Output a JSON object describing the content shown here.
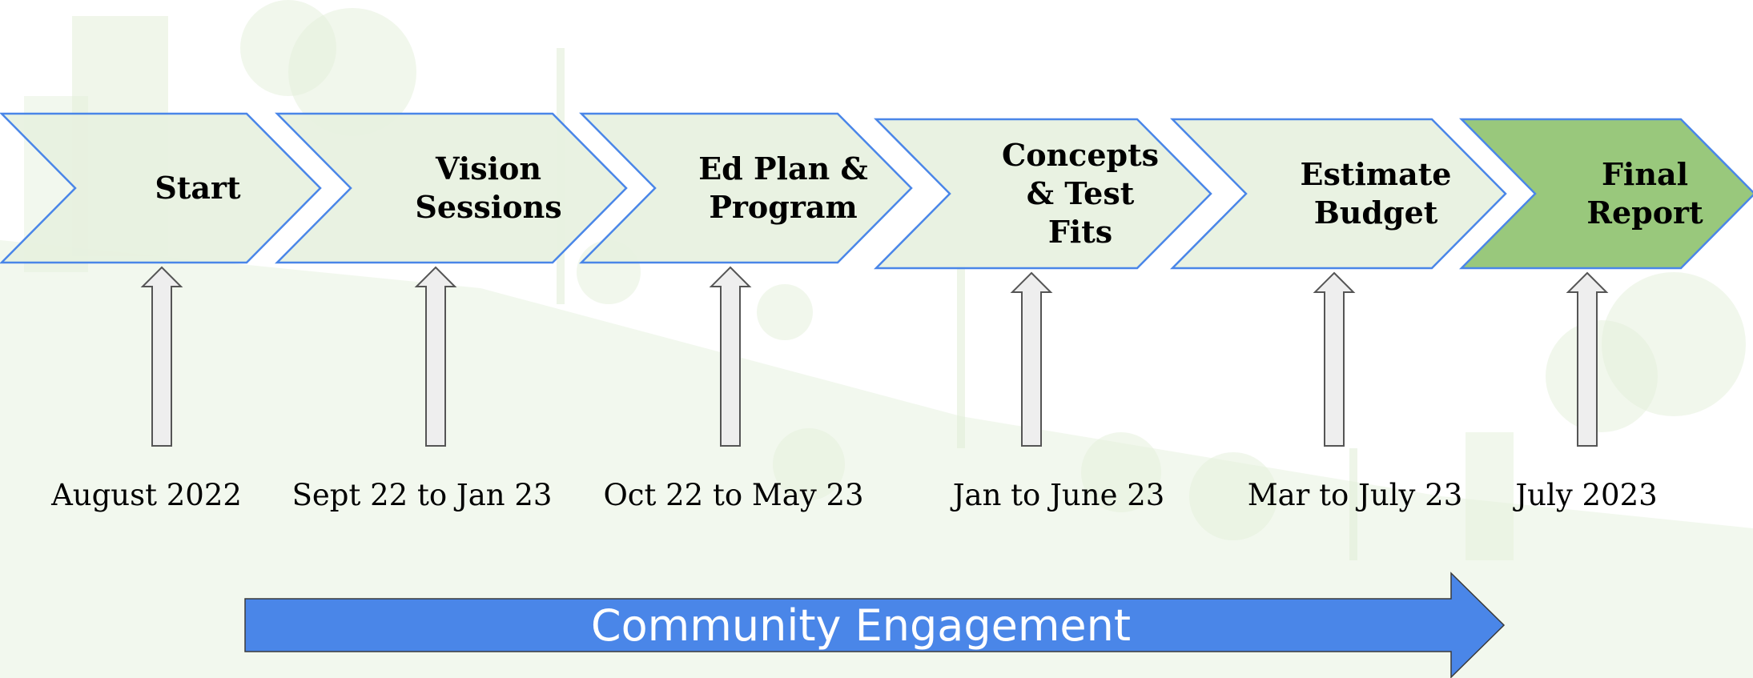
{
  "colors": {
    "chevron_fill": "#e7f1df",
    "chevron_final_fill": "#99c87c",
    "chevron_stroke": "#4a86e8",
    "arrow_fill": "#eeeeee",
    "arrow_stroke": "#555555",
    "banner_fill": "#4a86e8",
    "background_scene": "#e3efd9"
  },
  "stages": [
    {
      "lines": [
        "Start"
      ],
      "date": "August 2022",
      "final": false
    },
    {
      "lines": [
        "Vision",
        "Sessions"
      ],
      "date": "Sept 22 to Jan 23",
      "final": false
    },
    {
      "lines": [
        "Ed Plan &",
        "Program"
      ],
      "date": "Oct 22 to May 23",
      "final": false
    },
    {
      "lines": [
        "Concepts",
        "& Test",
        "Fits"
      ],
      "date": "Jan to June 23",
      "final": false
    },
    {
      "lines": [
        "Estimate",
        "Budget"
      ],
      "date": "Mar to July 23",
      "final": false
    },
    {
      "lines": [
        "Final",
        "Report"
      ],
      "date": "July 2023",
      "final": true
    }
  ],
  "banner": {
    "label": "Community Engagement"
  }
}
